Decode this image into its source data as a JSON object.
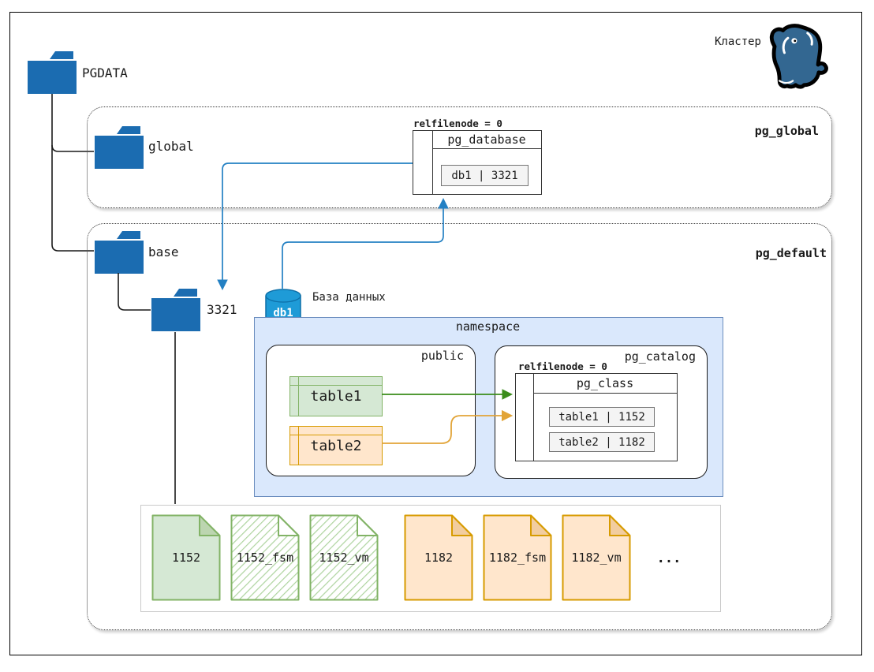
{
  "cluster": {
    "label": "Кластер",
    "logo": "postgresql-elephant"
  },
  "tree": {
    "pgdata_label": "PGDATA",
    "global_label": "global",
    "base_label": "base",
    "db_dir_label": "3321"
  },
  "pg_global": {
    "title": "pg_global",
    "pg_database_table": {
      "annotation": "relfilenode = 0",
      "header": "pg_database",
      "rows": [
        "db1 | 3321"
      ]
    }
  },
  "pg_default": {
    "title": "pg_default",
    "database": {
      "name": "db1",
      "caption": "База данных"
    },
    "namespace": {
      "title": "namespace",
      "public_schema": {
        "title": "public",
        "tables": [
          "table1",
          "table2"
        ]
      },
      "catalog_schema": {
        "title": "pg_catalog",
        "pg_class_table": {
          "annotation": "relfilenode = 0",
          "header": "pg_class",
          "rows": [
            "table1 | 1152",
            "table2 | 1182"
          ]
        }
      }
    },
    "files": {
      "items": [
        "1152",
        "1152_fsm",
        "1152_vm",
        "1182",
        "1182_fsm",
        "1182_vm"
      ],
      "ellipsis": "..."
    }
  },
  "colors": {
    "folder_blue": "#1b6cb1",
    "database_blue": "#1e9bd7",
    "green_fill": "#d5e8d4",
    "green_stroke": "#82b366",
    "orange_fill": "#ffe6cc",
    "orange_stroke": "#d79b00",
    "namespace_fill": "#dae8fc",
    "namespace_stroke": "#6c8ebf",
    "arrow_blue": "#2380c3",
    "arrow_green": "#3a8c1a",
    "arrow_orange": "#e2a437"
  }
}
